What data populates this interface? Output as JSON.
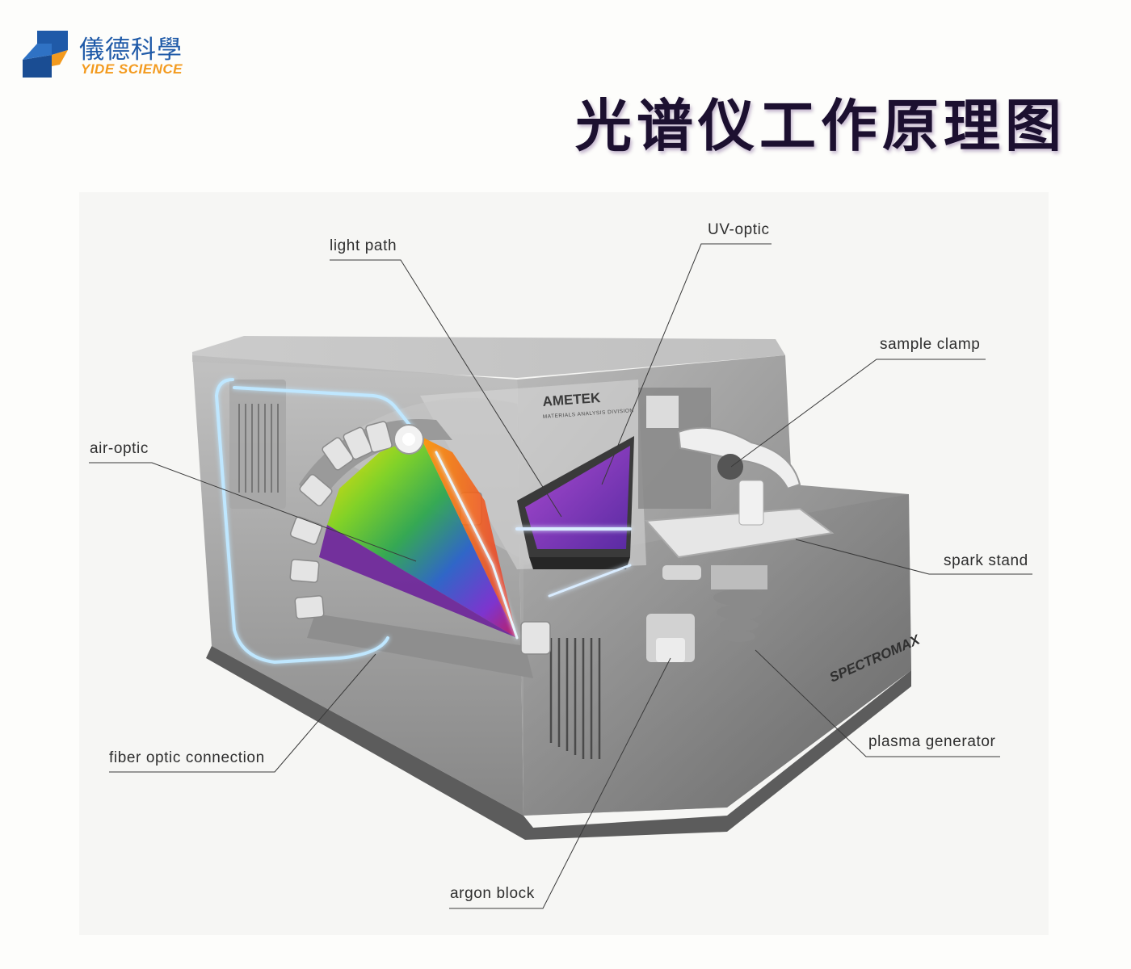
{
  "logo": {
    "name_cn": "儀德科學",
    "name_en": "YIDE SCIENCE",
    "colors": {
      "blue": "#1f5aa8",
      "orange": "#f39a1e"
    }
  },
  "title": "光谱仪工作原理图",
  "device": {
    "brand": "AMETEK",
    "division": "MATERIALS ANALYSIS DIVISION",
    "model": "SPECTROMAX"
  },
  "labels": {
    "light_path": "light path",
    "uv_optic": "UV-optic",
    "sample_clamp": "sample clamp",
    "air_optic": "air-optic",
    "spark_stand": "spark stand",
    "fiber_optic_connection": "fiber optic connection",
    "plasma_generator": "plasma generator",
    "argon_block": "argon block"
  }
}
